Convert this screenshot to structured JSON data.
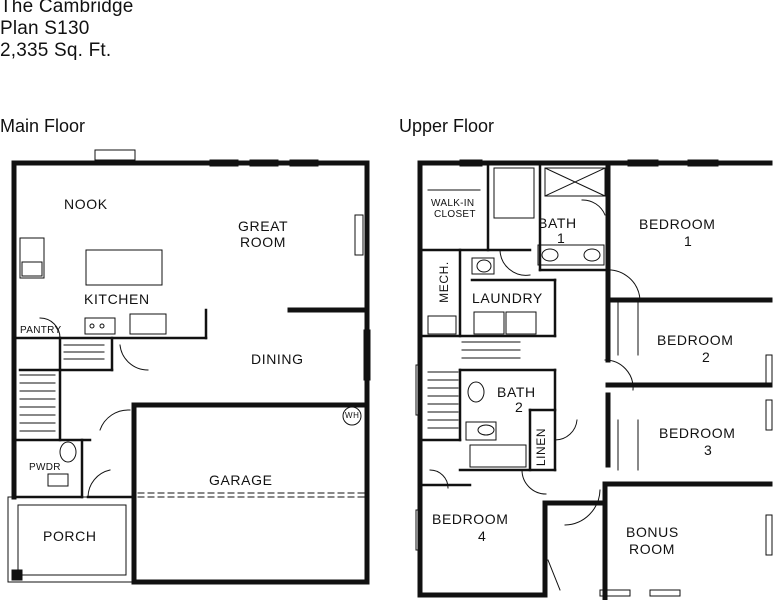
{
  "header": {
    "plan_name": "The Cambridge",
    "plan_number": "Plan S130",
    "area": "2,335 Sq. Ft."
  },
  "floors": {
    "main": {
      "label": "Main Floor",
      "rooms": {
        "nook": "NOOK",
        "great_room_1": "GREAT",
        "great_room_2": "ROOM",
        "kitchen": "KITCHEN",
        "pantry": "PANTRY",
        "dining": "DINING",
        "wh": "WH",
        "pwdr": "PWDR",
        "garage": "GARAGE",
        "porch": "PORCH"
      }
    },
    "upper": {
      "label": "Upper Floor",
      "rooms": {
        "walkin_1": "WALK-IN",
        "walkin_2": "CLOSET",
        "bath1_1": "BATH",
        "bath1_2": "1",
        "bedroom1_1": "BEDROOM",
        "bedroom1_2": "1",
        "mech": "MECH.",
        "laundry": "LAUNDRY",
        "bedroom2_1": "BEDROOM",
        "bedroom2_2": "2",
        "bath2_1": "BATH",
        "bath2_2": "2",
        "linen": "LINEN",
        "bedroom3_1": "BEDROOM",
        "bedroom3_2": "3",
        "bedroom4_1": "BEDROOM",
        "bedroom4_2": "4",
        "bonus_1": "BONUS",
        "bonus_2": "ROOM"
      }
    }
  }
}
